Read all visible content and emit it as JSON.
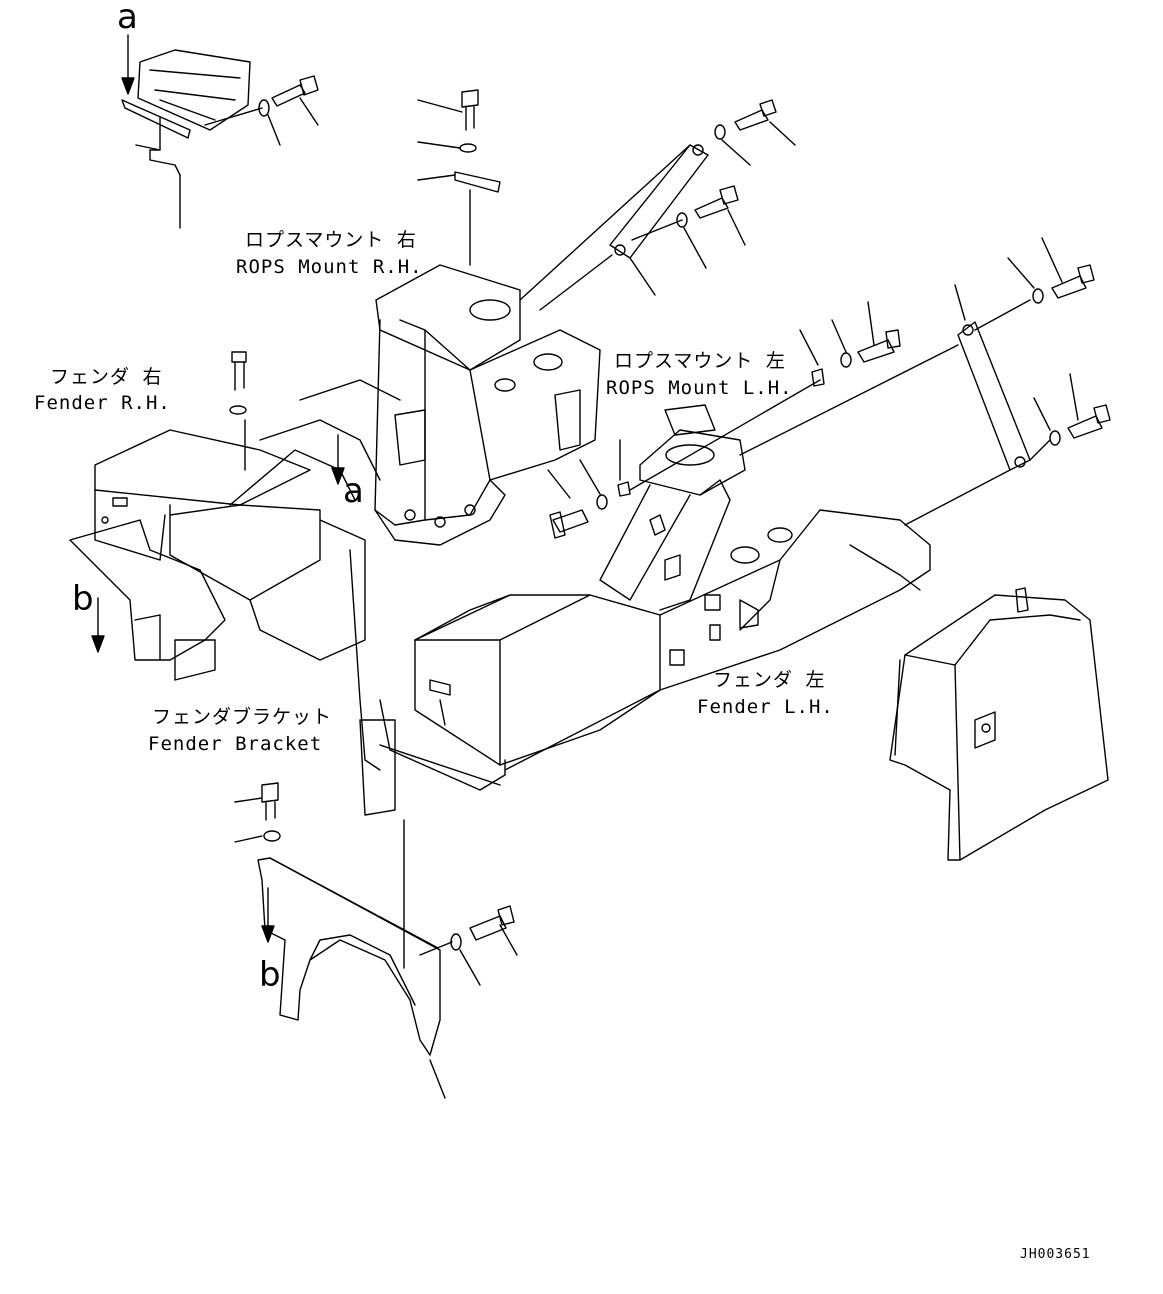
{
  "labels": {
    "rops_rh_jp": "ロプスマウント 右",
    "rops_rh_en": "ROPS Mount R.H.",
    "rops_lh_jp": "ロプスマウント 左",
    "rops_lh_en": "ROPS Mount L.H.",
    "fender_rh_jp": "フェンダ 右",
    "fender_rh_en": "Fender R.H.",
    "fender_lh_jp": "フェンダ 左",
    "fender_lh_en": "Fender L.H.",
    "fender_bracket_jp": "フェンダブラケット",
    "fender_bracket_en": "Fender Bracket"
  },
  "view_refs": {
    "a_top": "a",
    "a_mid": "a",
    "b_left": "b",
    "b_bottom": "b"
  },
  "drawing_code": "JH003651"
}
